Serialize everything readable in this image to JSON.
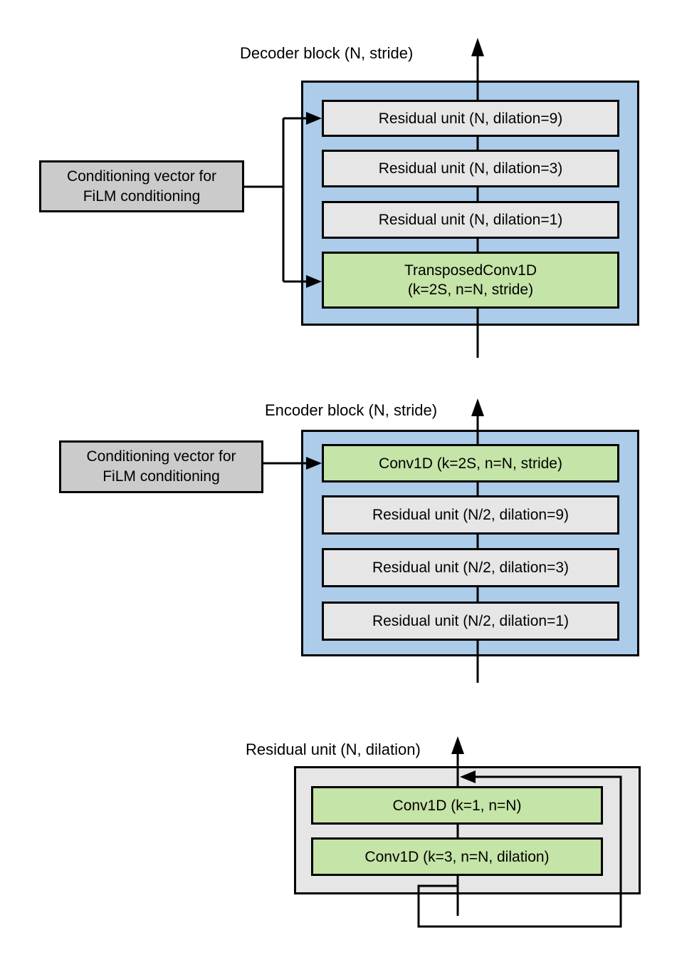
{
  "diagram": {
    "decoder": {
      "title": "Decoder block (N, stride)",
      "units": [
        "Residual unit (N, dilation=9)",
        "Residual unit (N, dilation=3)",
        "Residual unit (N, dilation=1)"
      ],
      "conv_line1": "TransposedConv1D",
      "conv_line2": "(k=2S, n=N, stride)",
      "conditioning_line1": "Conditioning vector for",
      "conditioning_line2": "FiLM conditioning"
    },
    "encoder": {
      "title": "Encoder block (N, stride)",
      "conv": "Conv1D (k=2S, n=N, stride)",
      "units": [
        "Residual unit (N/2, dilation=9)",
        "Residual unit (N/2, dilation=3)",
        "Residual unit (N/2, dilation=1)"
      ],
      "conditioning_line1": "Conditioning vector for",
      "conditioning_line2": "FiLM conditioning"
    },
    "residual": {
      "title": "Residual unit (N, dilation)",
      "conv1": "Conv1D (k=1, n=N)",
      "conv2": "Conv1D (k=3, n=N, dilation)"
    },
    "colors": {
      "container_blue": "#accce9",
      "unit_gray": "#e6e6e6",
      "conv_green": "#c5e4a7",
      "conditioning_gray": "#cbcbcb",
      "residual_container_gray": "#e6e6e6",
      "line_black": "#000000"
    }
  }
}
